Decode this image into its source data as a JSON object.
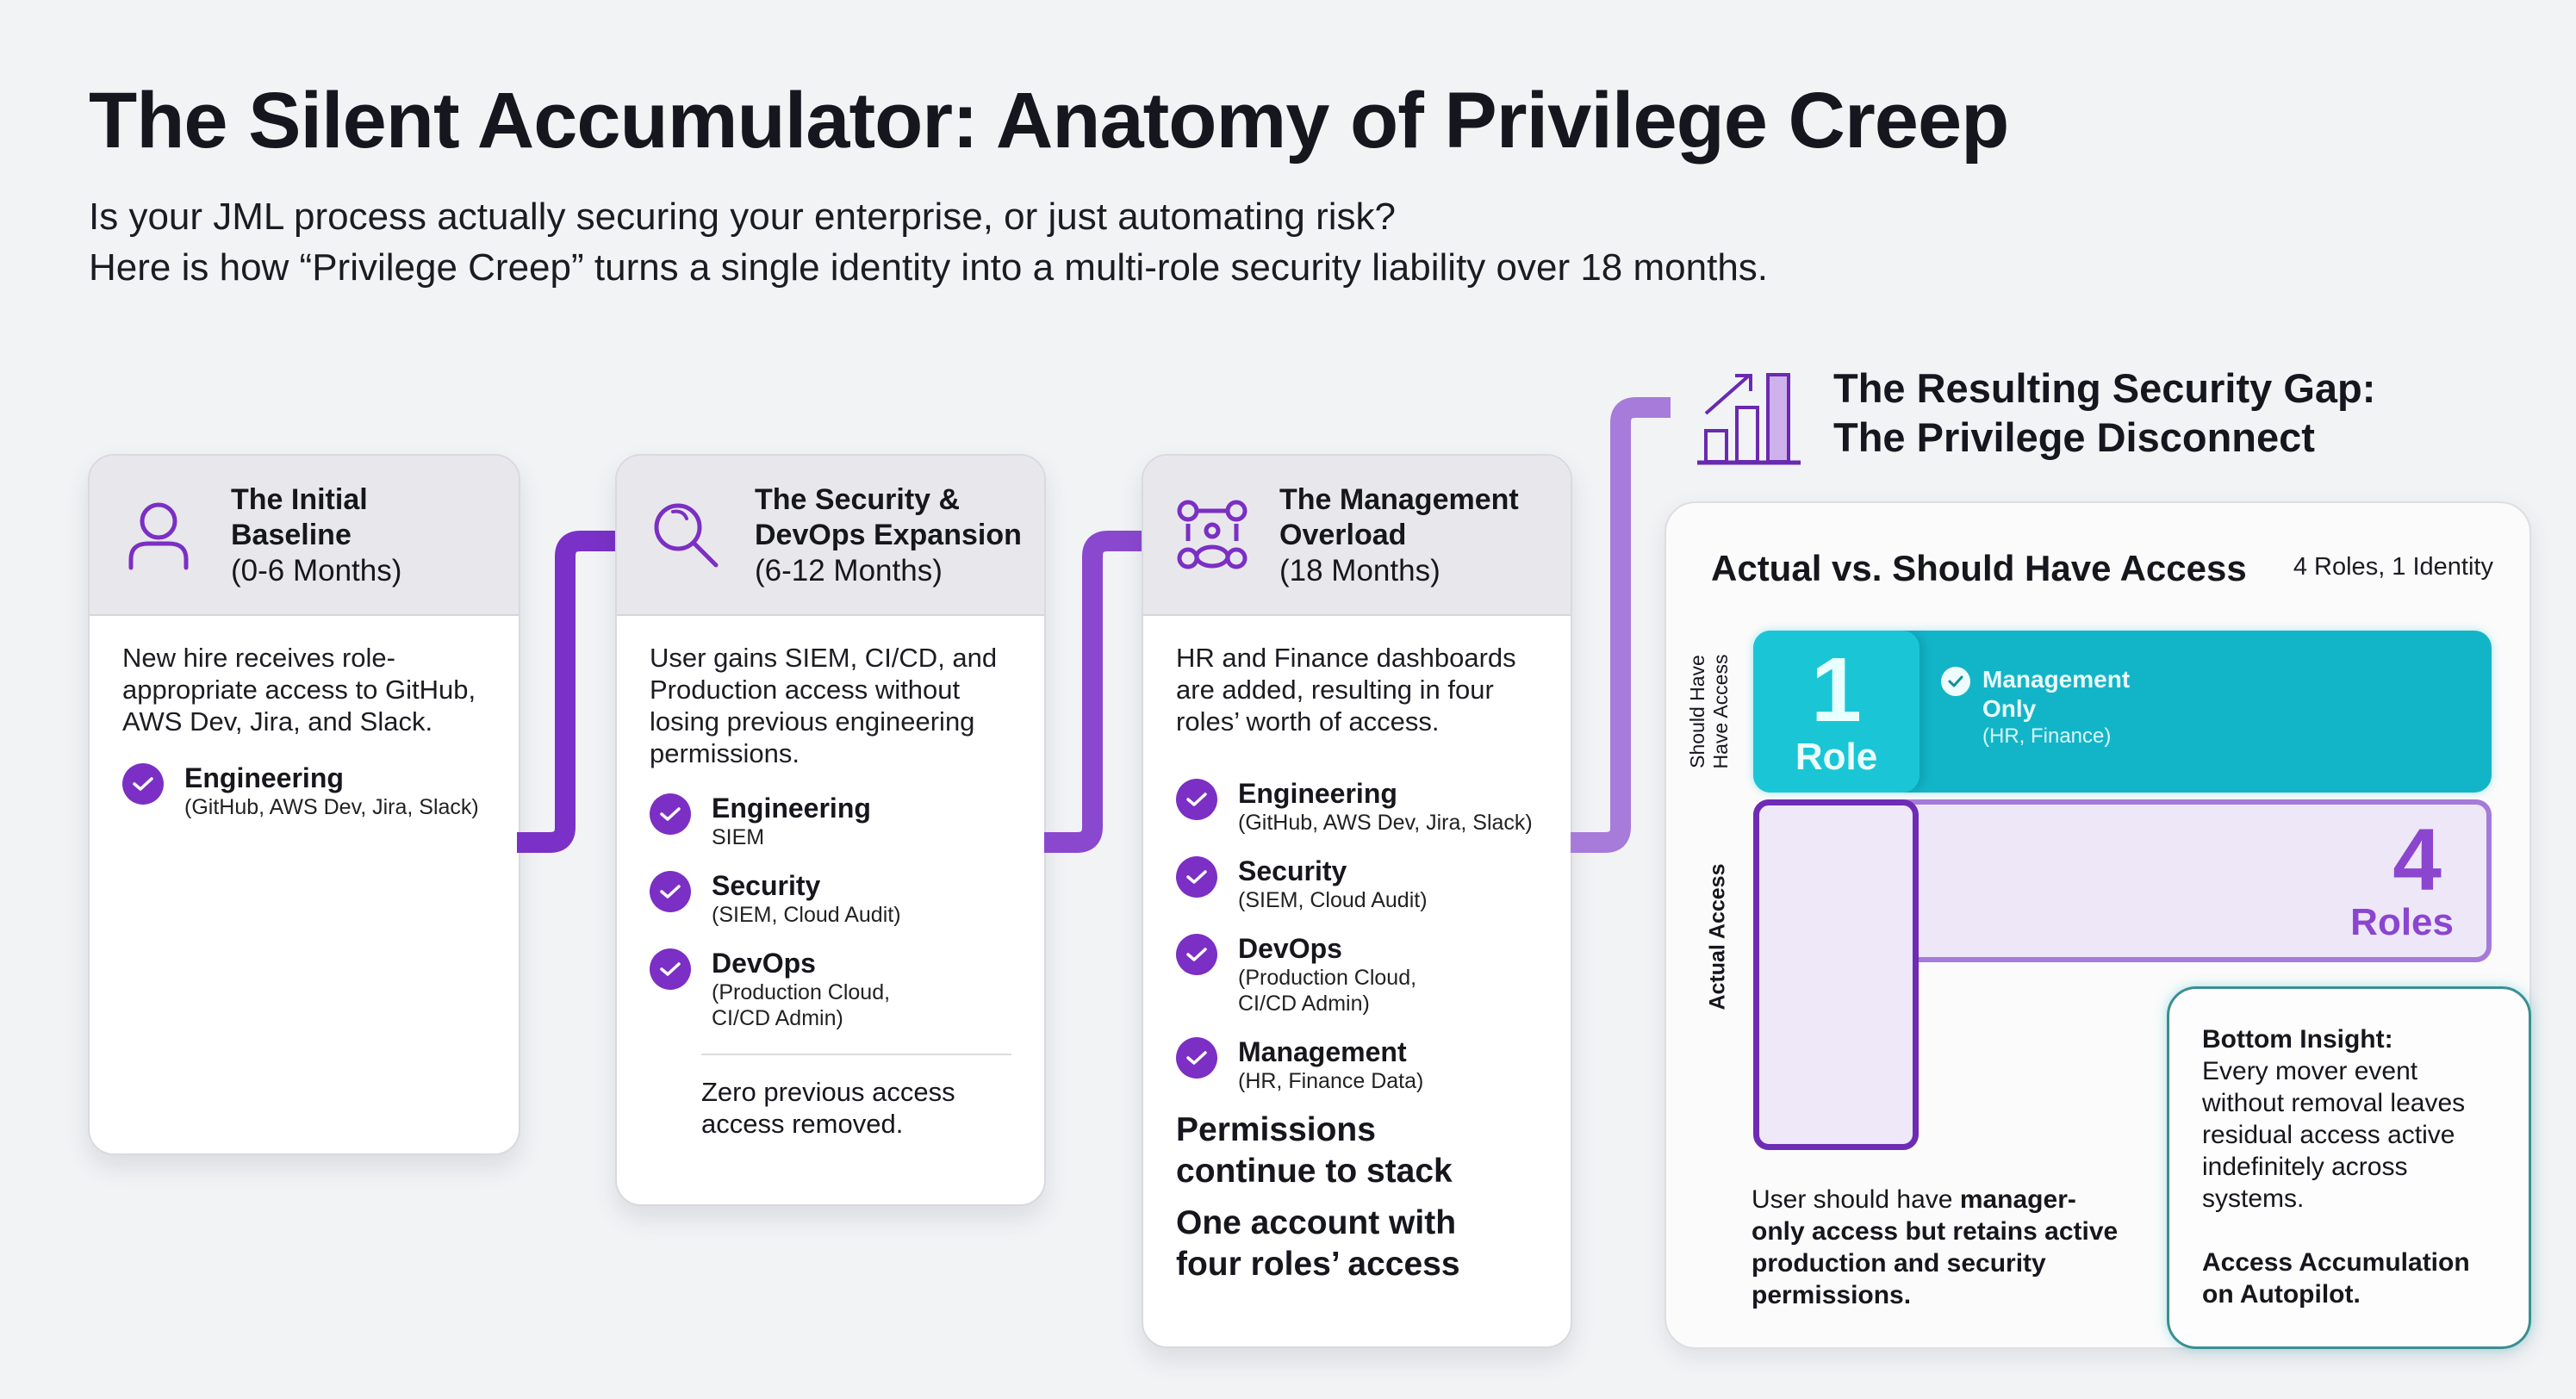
{
  "header": {
    "title": "The Silent Accumulator: Anatomy of Privilege Creep",
    "subtitle_line1": "Is your JML process actually securing your enterprise, or just automating risk?",
    "subtitle_line2": "Here is how “Privilege Creep” turns a single identity into a multi-role security liability over 18 months."
  },
  "colors": {
    "accent_purple": "#7b2fc4",
    "connector_purple": "#8a48cf",
    "connector_light_purple": "#a77bd9",
    "teal": "#12b5c7",
    "teal_light": "#1ac6d6",
    "insight_border": "#3a8f92"
  },
  "stages": [
    {
      "icon": "user-icon",
      "title": "The Initial Baseline",
      "period": "(0-6 Months)",
      "description": "New hire receives role-appropriate access to GitHub, AWS Dev, Jira, and Slack.",
      "roles": [
        {
          "name": "Engineering",
          "detail": "(GitHub, AWS Dev, Jira, Slack)"
        }
      ]
    },
    {
      "icon": "magnifier-icon",
      "title": "The Security & DevOps Expansion",
      "period": "(6-12 Months)",
      "description": "User gains SIEM, CI/CD, and Production access without losing previous engineering permissions.",
      "roles": [
        {
          "name": "Engineering",
          "detail": "SIEM"
        },
        {
          "name": "Security",
          "detail": "(SIEM, Cloud Audit)"
        },
        {
          "name": "DevOps",
          "detail": "(Production Cloud, CI/CD Admin)"
        }
      ],
      "note": "Zero previous access access removed."
    },
    {
      "icon": "org-network-icon",
      "title": "The Management Overload",
      "period": "(18 Months)",
      "description": "HR and Finance dashboards are added, resulting in four roles’ worth of access.",
      "roles": [
        {
          "name": "Engineering",
          "detail": "(GitHub, AWS Dev, Jira, Slack)"
        },
        {
          "name": "Security",
          "detail": "(SIEM, Cloud Audit)"
        },
        {
          "name": "DevOps",
          "detail": "(Production Cloud, CI/CD Admin)"
        },
        {
          "name": "Management",
          "detail": "(HR, Finance Data)"
        }
      ],
      "callout1": "Permissions continue to stack",
      "callout2": "One account with four roles’ access"
    }
  ],
  "gap": {
    "icon": "rising-bar-chart-icon",
    "title_line1": "The Resulting Security Gap:",
    "title_line2": "The Privilege Disconnect",
    "panel_title": "Actual vs. Should Have Access",
    "panel_tag": "4 Roles, 1 Identity",
    "should_label_line1": "Should Have",
    "should_label_line2": "Have Access",
    "actual_label": "Actual Access",
    "should": {
      "count": "1",
      "unit": "Role",
      "role": "Management",
      "role2": "Only",
      "detail": "(HR, Finance)"
    },
    "actual": {
      "count": "4",
      "unit": "Roles"
    },
    "note_regular": "User should have ",
    "note_bold": "manager-only access but retains active production and security permissions.",
    "insight": {
      "heading": "Bottom Insight:",
      "body": "Every mover event without removal leaves residual access active indefinitely across systems.",
      "footer": "Access Accumulation on Autopilot."
    }
  }
}
